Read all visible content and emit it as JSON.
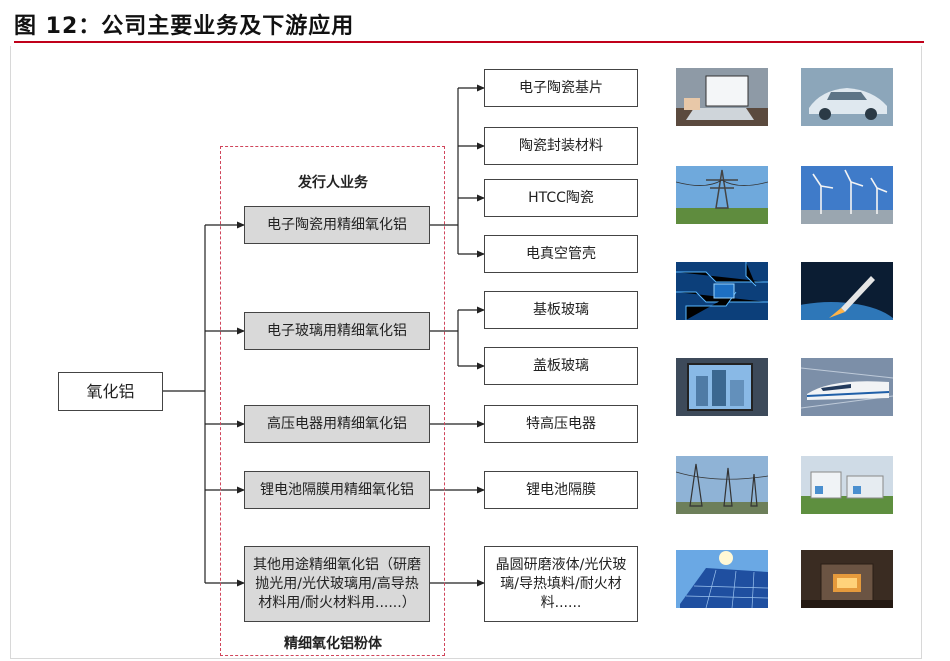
{
  "title": "图 12：公司主要业务及下游应用",
  "root": "氧化铝",
  "group_labels": {
    "top": "发行人业务",
    "bottom": "精细氧化铝粉体"
  },
  "businesses": [
    {
      "label": "电子陶瓷用精细氧化铝"
    },
    {
      "label": "电子玻璃用精细氧化铝"
    },
    {
      "label": "高压电器用精细氧化铝"
    },
    {
      "label": "锂电池隔膜用精细氧化铝"
    },
    {
      "label": "其他用途精细氧化铝（研磨抛光用/光伏玻璃用/高导热材料用/耐火材料用......）"
    }
  ],
  "applications": [
    {
      "label": "电子陶瓷基片"
    },
    {
      "label": "陶瓷封装材料"
    },
    {
      "label": "HTCC陶瓷"
    },
    {
      "label": "电真空管壳"
    },
    {
      "label": "基板玻璃"
    },
    {
      "label": "盖板玻璃"
    },
    {
      "label": "特高压电器"
    },
    {
      "label": "锂电池隔膜"
    },
    {
      "label": "晶圆研磨液体/光伏玻璃/导热填料/耐火材料......"
    }
  ],
  "photos": [
    {
      "name": "laptop-photo"
    },
    {
      "name": "car-photo"
    },
    {
      "name": "power-tower-photo"
    },
    {
      "name": "wind-turbine-photo"
    },
    {
      "name": "circuit-board-photo"
    },
    {
      "name": "rocket-photo"
    },
    {
      "name": "led-screen-photo"
    },
    {
      "name": "bullet-train-photo"
    },
    {
      "name": "transmission-line-photo"
    },
    {
      "name": "battery-factory-photo"
    },
    {
      "name": "solar-panel-photo"
    },
    {
      "name": "furnace-photo"
    }
  ]
}
